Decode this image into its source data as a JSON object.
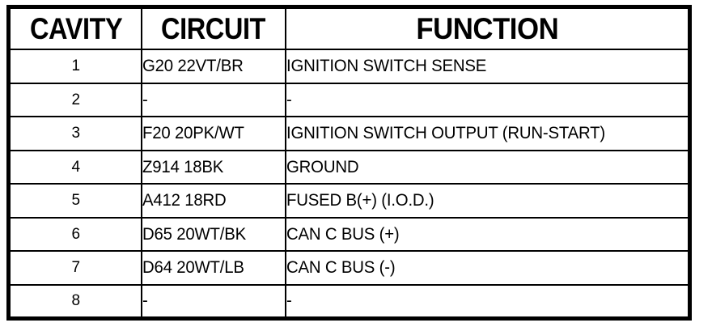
{
  "document": {
    "type": "connector-pinout-table",
    "colors": {
      "ink": "#000000",
      "paper": "#ffffff"
    }
  },
  "table": {
    "headers": {
      "cavity": "CAVITY",
      "circuit": "CIRCUIT",
      "function": "FUNCTION"
    },
    "rows": [
      {
        "cavity": "1",
        "circuit": "G20 22VT/BR",
        "function": "IGNITION SWITCH SENSE"
      },
      {
        "cavity": "2",
        "circuit": "-",
        "function": "-"
      },
      {
        "cavity": "3",
        "circuit": "F20 20PK/WT",
        "function": "IGNITION SWITCH OUTPUT (RUN-START)"
      },
      {
        "cavity": "4",
        "circuit": "Z914 18BK",
        "function": "GROUND"
      },
      {
        "cavity": "5",
        "circuit": "A412 18RD",
        "function": "FUSED B(+) (I.O.D.)"
      },
      {
        "cavity": "6",
        "circuit": "D65 20WT/BK",
        "function": "CAN C BUS (+)"
      },
      {
        "cavity": "7",
        "circuit": "D64 20WT/LB",
        "function": "CAN C BUS (-)"
      },
      {
        "cavity": "8",
        "circuit": "-",
        "function": "-"
      }
    ]
  }
}
